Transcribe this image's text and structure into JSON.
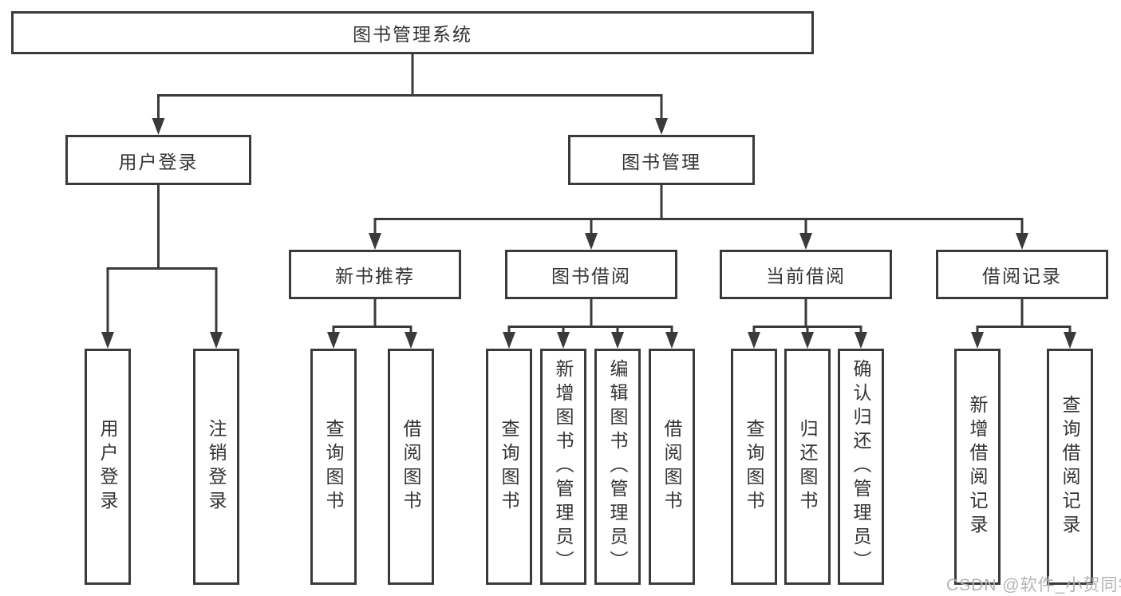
{
  "tree": {
    "root": {
      "label": "图书管理系统",
      "children": [
        {
          "label": "用户登录",
          "children": [
            {
              "label": "用户登录"
            },
            {
              "label": "注销登录"
            }
          ]
        },
        {
          "label": "图书管理",
          "children": [
            {
              "label": "新书推荐",
              "children": [
                {
                  "label": "查询图书"
                },
                {
                  "label": "借阅图书"
                }
              ]
            },
            {
              "label": "图书借阅",
              "children": [
                {
                  "label": "查询图书"
                },
                {
                  "label": "新增图书（管理员）"
                },
                {
                  "label": "编辑图书（管理员）"
                },
                {
                  "label": "借阅图书"
                }
              ]
            },
            {
              "label": "当前借阅",
              "children": [
                {
                  "label": "查询图书"
                },
                {
                  "label": "归还图书"
                },
                {
                  "label": "确认归还（管理员）"
                }
              ]
            },
            {
              "label": "借阅记录",
              "children": [
                {
                  "label": "新增借阅记录"
                },
                {
                  "label": "查询借阅记录"
                }
              ]
            }
          ]
        }
      ]
    }
  },
  "watermark": {
    "text": "CSDN @软件_小贺同学"
  },
  "colors": {
    "line": "#3a3a3a",
    "text": "#333333",
    "watermark": "#b3b3b3",
    "background": "#ffffff"
  }
}
